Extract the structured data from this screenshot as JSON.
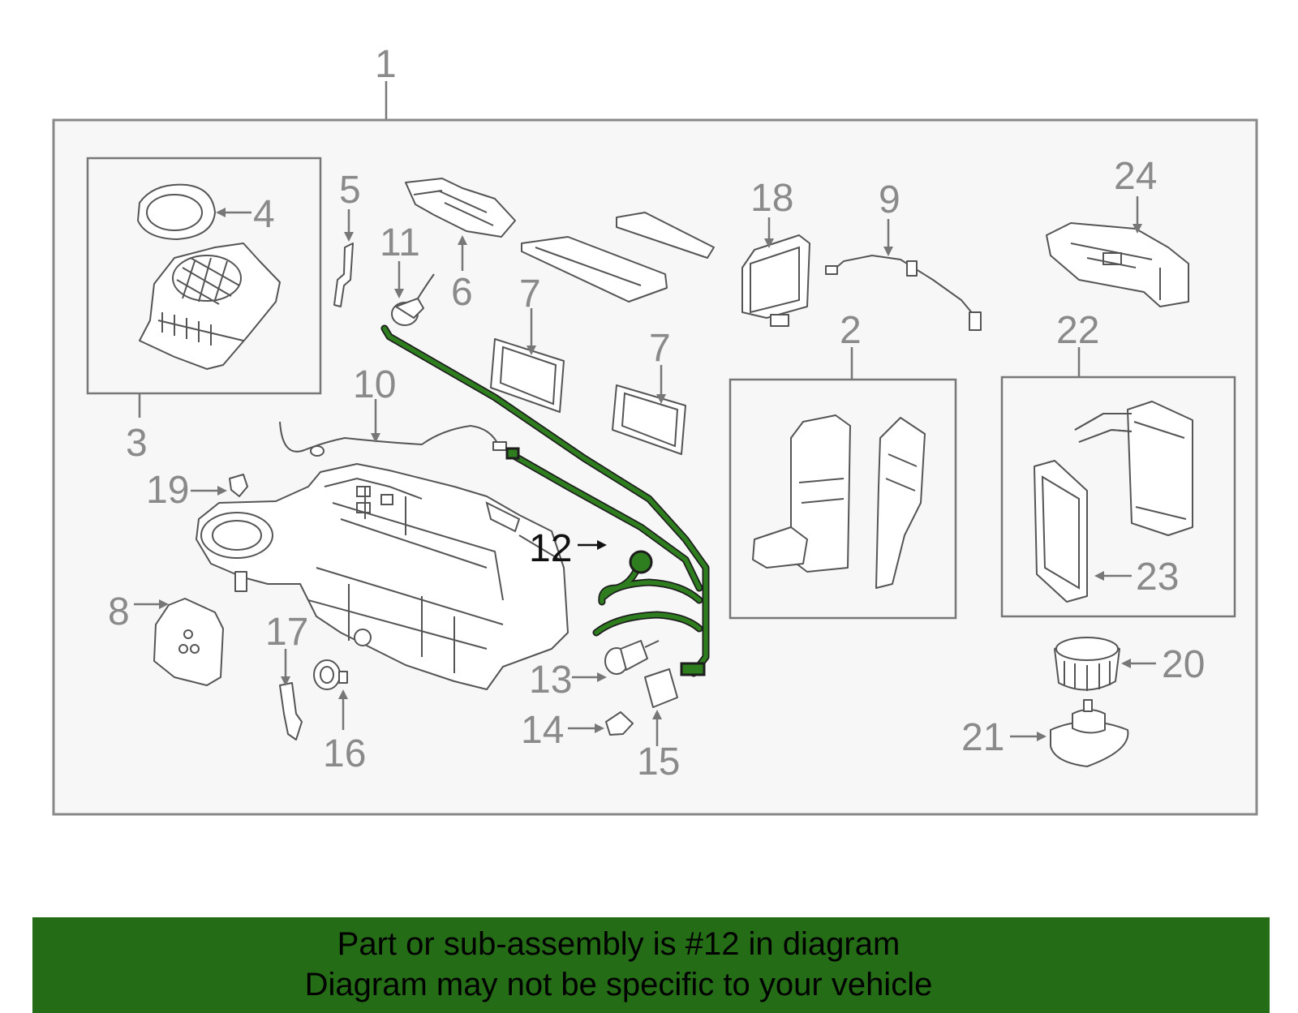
{
  "callouts": [
    "1",
    "2",
    "3",
    "4",
    "5",
    "6",
    "7",
    "8",
    "9",
    "10",
    "11",
    "12",
    "13",
    "14",
    "15",
    "16",
    "17",
    "18",
    "19",
    "20",
    "21",
    "22",
    "23",
    "24"
  ],
  "highlighted_callout": "12",
  "colors": {
    "highlight": "#2e7d1e",
    "banner": "#246c16",
    "panel": "#f7f7f7",
    "label": "#8a8a8a"
  },
  "footer": {
    "line1": "Part or sub-assembly is #12 in diagram",
    "line2": "Diagram may not be specific to your vehicle"
  }
}
